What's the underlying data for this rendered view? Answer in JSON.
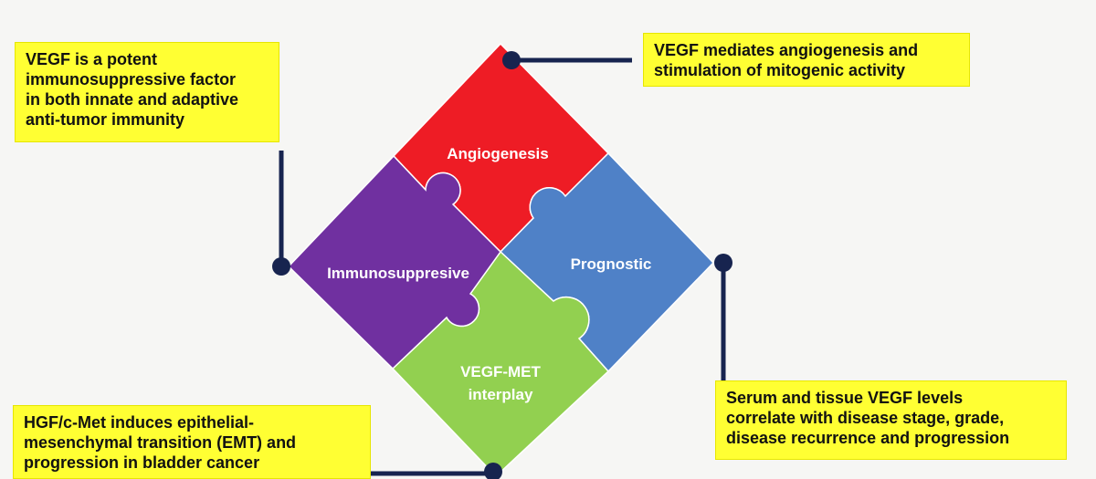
{
  "callouts": {
    "top_left": [
      "VEGF is a potent",
      "immunosuppressive factor",
      "in both innate and adaptive",
      "anti-tumor immunity"
    ],
    "top_right": [
      "VEGF mediates angiogenesis and",
      "stimulation of mitogenic activity"
    ],
    "bottom_right": [
      "Serum and tissue VEGF levels",
      "correlate with disease stage, grade,",
      "disease recurrence and progression"
    ],
    "bottom_left": [
      "HGF/c-Met induces epithelial-",
      "mesenchymal transition (EMT) and",
      "progression in bladder cancer"
    ]
  },
  "pieces": {
    "top": {
      "label": "Angiogenesis",
      "color": "#ee1c25"
    },
    "right": {
      "label": "Prognostic",
      "color": "#4f81c7"
    },
    "bottom": {
      "label_line1": "VEGF-MET",
      "label_line2": "interplay",
      "color": "#92d050"
    },
    "left": {
      "label": "Immunosuppresive",
      "color": "#7030a0"
    }
  },
  "connector_color": "#17244f"
}
